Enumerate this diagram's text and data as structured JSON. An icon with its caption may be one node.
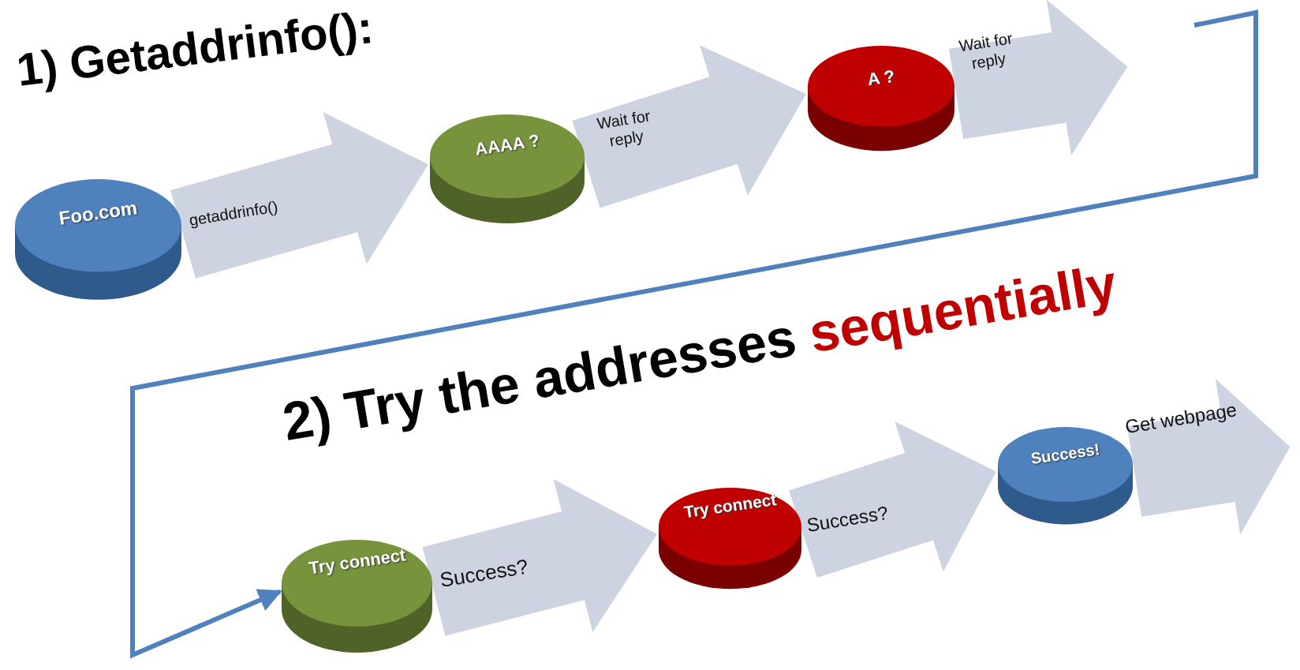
{
  "diagram": {
    "nodes": [
      {
        "text": [
          "Foo.com"
        ]
      },
      {
        "text": [
          "AAAA ?"
        ]
      },
      {
        "text": [
          "A ?"
        ]
      },
      {
        "text": [
          "Try connect"
        ]
      },
      {
        "text": [
          "Try connect"
        ]
      },
      {
        "text": [
          "Success!"
        ]
      }
    ],
    "edges": [
      {
        "from": 0,
        "to": 1,
        "arrow": "to",
        "label": "getaddrinfo()",
        "style": "thick"
      },
      {
        "from": 1,
        "to": 2,
        "arrow": "to",
        "label": "Wait for reply",
        "style": "thick"
      },
      {
        "from": 2,
        "to": null,
        "arrow": "to",
        "label": "Wait for reply",
        "style": "thick"
      },
      {
        "from": null,
        "to": 3,
        "arrow": "to",
        "color": "#4f81bd"
      },
      {
        "from": 3,
        "to": 4,
        "arrow": "to",
        "label": "Success?",
        "style": "thick"
      },
      {
        "from": 4,
        "to": 5,
        "arrow": "to",
        "label": "Success?",
        "style": "thick"
      },
      {
        "from": 5,
        "to": null,
        "arrow": "to",
        "label": "Get webpage",
        "style": "thick"
      }
    ],
    "labels": [
      "1) Getaddrinfo():",
      "2) Try the addresses **sequentially**"
    ]
  }
}
